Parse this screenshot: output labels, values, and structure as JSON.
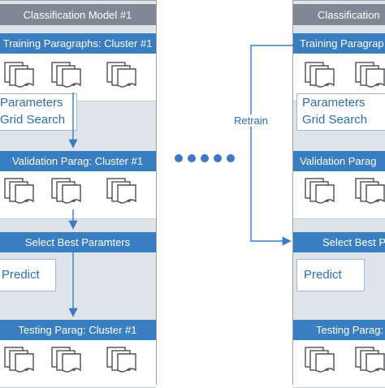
{
  "left_model": {
    "title": "Classification Model #1",
    "training": "Training Paragraphs: Cluster #1",
    "parameters_line1": "Parameters",
    "parameters_line2": "Grid Search",
    "validation": "Validation Parag: Cluster #1",
    "select": "Select Best Paramters",
    "predict": "Predict",
    "testing": "Testing Parag: Cluster #1"
  },
  "right_model": {
    "title": "Classification",
    "training": "Training Paragrap",
    "parameters_line1": "Parameters",
    "parameters_line2": "Grid Search",
    "validation": "Validation Parag",
    "select": "Select Best P",
    "predict": "Predict",
    "testing": "Testing Parag:"
  },
  "retrain_label": "Retrain",
  "colors": {
    "stage_bar": "#3a7ec2",
    "title_bar": "#7f8894",
    "accent_text": "#2c6fb3",
    "dots": "#3b7bc4"
  }
}
